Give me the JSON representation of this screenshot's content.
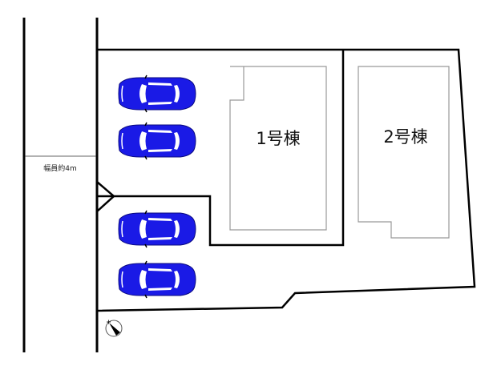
{
  "road": {
    "width_label": "幅員約4m"
  },
  "buildings": [
    {
      "label": "1号棟"
    },
    {
      "label": "2号棟"
    }
  ],
  "parking": {
    "car_count": 4,
    "car_color": "#1a1ae6"
  },
  "compass": {
    "icon": "north-arrow-icon"
  }
}
